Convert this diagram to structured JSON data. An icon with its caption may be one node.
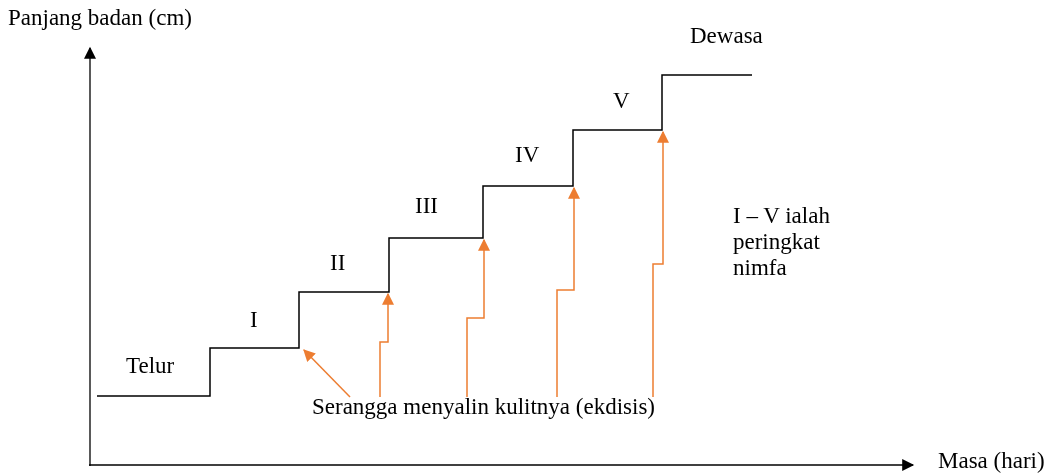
{
  "diagram": {
    "nodes": [
      {
        "text": [
          "Serangga menyalin kulitnya (ekdisis)"
        ]
      },
      {
        "text": [],
        "shape": "line"
      }
    ],
    "edges": [
      {
        "from": 0,
        "to": 1,
        "arrow": "to"
      },
      {
        "from": 0,
        "to": 1,
        "arrow": "to"
      },
      {
        "from": 0,
        "to": 1,
        "arrow": "to"
      },
      {
        "from": 0,
        "to": 1,
        "arrow": "to"
      },
      {
        "from": 0,
        "to": 1,
        "arrow": "to"
      }
    ],
    "labels": [
      "Panjang badan (cm)",
      "Dewasa",
      "V",
      "IV",
      "III",
      "II",
      "I",
      "Telur",
      "I – V ialah peringkat nimfa",
      "Masa (hari)"
    ]
  }
}
